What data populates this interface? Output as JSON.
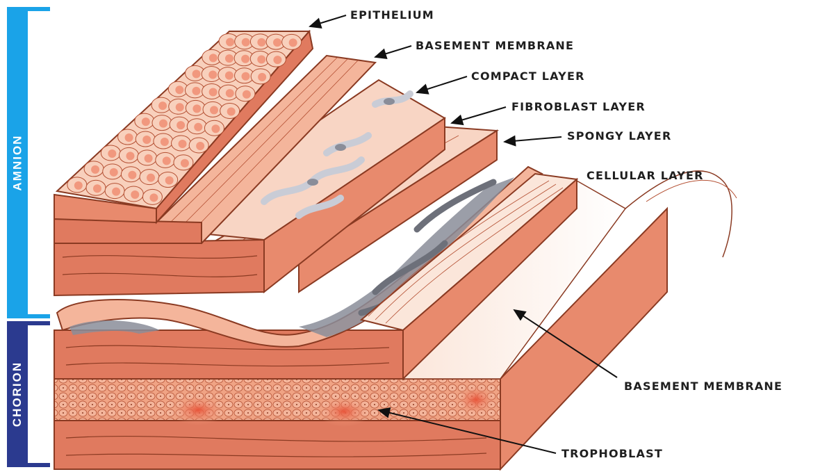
{
  "sections": {
    "amnion": {
      "label": "AMNION",
      "color": "#1aa3e8"
    },
    "chorion": {
      "label": "CHORION",
      "color": "#2b3a8f"
    }
  },
  "labels": {
    "epithelium": "EPITHELIUM",
    "basement_membrane_top": "BASEMENT MEMBRANE",
    "compact_layer": "COMPACT LAYER",
    "fibroblast_layer": "FIBROBLAST LAYER",
    "spongy_layer": "SPONGY LAYER",
    "cellular_layer": "CELLULAR LAYER",
    "basement_membrane_bottom": "BASEMENT MEMBRANE",
    "trophoblast": "TROPHOBLAST"
  },
  "colors": {
    "tissue_dark": "#e07a5f",
    "tissue_mid": "#f0a384",
    "tissue_light": "#f8d5c4",
    "tissue_pale": "#fbe6da",
    "spongy_gray": "#8a8d99",
    "outline": "#8a3a22"
  }
}
